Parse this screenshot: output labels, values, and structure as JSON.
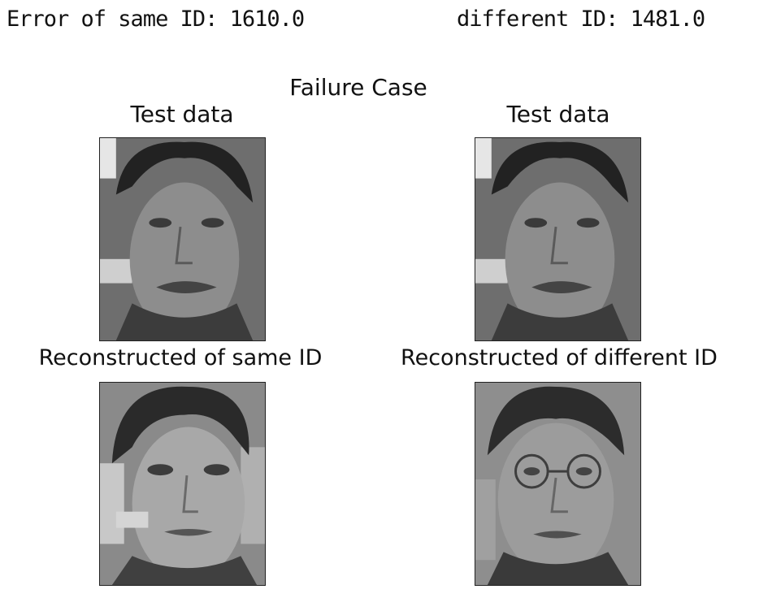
{
  "header": {
    "error_same": "Error of same ID: 1610.0",
    "error_different": "different ID: 1481.0"
  },
  "figure": {
    "title": "Failure Case",
    "panels": [
      {
        "title": "Test data"
      },
      {
        "title": "Test data"
      },
      {
        "title": "Reconstructed of same ID"
      },
      {
        "title": "Reconstructed of different ID"
      }
    ]
  }
}
